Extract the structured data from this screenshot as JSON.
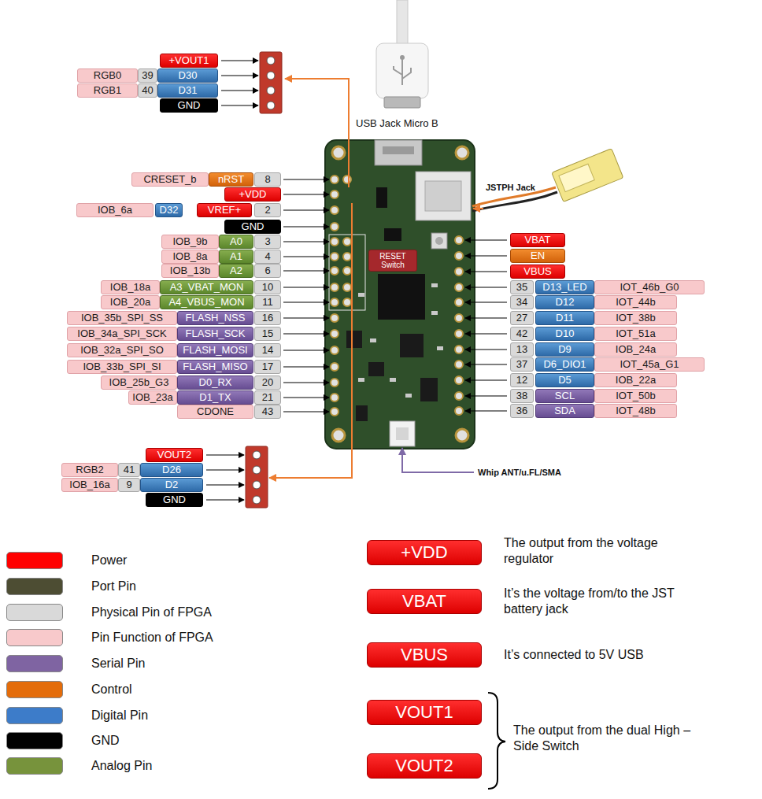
{
  "diagram": {
    "nodes": [
      {
        "text": [
          "+VOUT1"
        ]
      },
      {
        "text": [
          "RGB0"
        ]
      },
      {
        "text": [
          "39"
        ]
      },
      {
        "text": [
          "D30"
        ]
      },
      {
        "text": [
          "RGB1"
        ]
      },
      {
        "text": [
          "40"
        ]
      },
      {
        "text": [
          "D31"
        ]
      },
      {
        "text": [
          "GND"
        ]
      },
      {
        "text": [
          "CRESET_b"
        ]
      },
      {
        "text": [
          "nRST"
        ]
      },
      {
        "text": [
          "8"
        ]
      },
      {
        "text": [
          "+VDD"
        ]
      },
      {
        "text": [
          "IOB_6a"
        ]
      },
      {
        "text": [
          "D32"
        ]
      },
      {
        "text": [
          "VREF+"
        ]
      },
      {
        "text": [
          "2"
        ]
      },
      {
        "text": [
          "GND"
        ]
      },
      {
        "text": [
          "IOB_9b"
        ]
      },
      {
        "text": [
          "A0"
        ]
      },
      {
        "text": [
          "3"
        ]
      },
      {
        "text": [
          "IOB_8a"
        ]
      },
      {
        "text": [
          "A1"
        ]
      },
      {
        "text": [
          "4"
        ]
      },
      {
        "text": [
          "IOB_13b"
        ]
      },
      {
        "text": [
          "A2"
        ]
      },
      {
        "text": [
          "6"
        ]
      },
      {
        "text": [
          "IOB_18a"
        ]
      },
      {
        "text": [
          "A3_VBAT_MON"
        ]
      },
      {
        "text": [
          "10"
        ]
      },
      {
        "text": [
          "IOB_20a"
        ]
      },
      {
        "text": [
          "A4_VBUS_MON"
        ]
      },
      {
        "text": [
          "11"
        ]
      },
      {
        "text": [
          "IOB_35b_SPI_SS"
        ]
      },
      {
        "text": [
          "FLASH_NSS"
        ]
      },
      {
        "text": [
          "16"
        ]
      },
      {
        "text": [
          "IOB_34a_SPI_SCK"
        ]
      },
      {
        "text": [
          "FLASH_SCK"
        ]
      },
      {
        "text": [
          "15"
        ]
      },
      {
        "text": [
          "IOB_32a_SPI_SO"
        ]
      },
      {
        "text": [
          "FLASH_MOSI"
        ]
      },
      {
        "text": [
          "14"
        ]
      },
      {
        "text": [
          "IOB_33b_SPI_SI"
        ]
      },
      {
        "text": [
          "FLASH_MISO"
        ]
      },
      {
        "text": [
          "17"
        ]
      },
      {
        "text": [
          "IOB_25b_G3"
        ]
      },
      {
        "text": [
          "D0_RX"
        ]
      },
      {
        "text": [
          "20"
        ]
      },
      {
        "text": [
          "IOB_23a"
        ]
      },
      {
        "text": [
          "D1_TX"
        ]
      },
      {
        "text": [
          "21"
        ]
      },
      {
        "text": [
          "CDONE"
        ]
      },
      {
        "text": [
          "43"
        ]
      },
      {
        "text": [
          "VBAT"
        ]
      },
      {
        "text": [
          "EN"
        ]
      },
      {
        "text": [
          "VBUS"
        ]
      },
      {
        "text": [
          "35"
        ]
      },
      {
        "text": [
          "D13_LED"
        ]
      },
      {
        "text": [
          "IOT_46b_G0"
        ]
      },
      {
        "text": [
          "34"
        ]
      },
      {
        "text": [
          "D12"
        ]
      },
      {
        "text": [
          "IOT_44b"
        ]
      },
      {
        "text": [
          "27"
        ]
      },
      {
        "text": [
          "D11"
        ]
      },
      {
        "text": [
          "IOT_38b"
        ]
      },
      {
        "text": [
          "42"
        ]
      },
      {
        "text": [
          "D10"
        ]
      },
      {
        "text": [
          "IOT_51a"
        ]
      },
      {
        "text": [
          "13"
        ]
      },
      {
        "text": [
          "D9"
        ]
      },
      {
        "text": [
          "IOB_24a"
        ]
      },
      {
        "text": [
          "37"
        ]
      },
      {
        "text": [
          "D6_DIO1"
        ]
      },
      {
        "text": [
          "IOT_45a_G1"
        ]
      },
      {
        "text": [
          "12"
        ]
      },
      {
        "text": [
          "D5"
        ]
      },
      {
        "text": [
          "IOB_22a"
        ]
      },
      {
        "text": [
          "38"
        ]
      },
      {
        "text": [
          "SCL"
        ]
      },
      {
        "text": [
          "IOT_50b"
        ]
      },
      {
        "text": [
          "36"
        ]
      },
      {
        "text": [
          "SDA"
        ]
      },
      {
        "text": [
          "IOT_48b"
        ]
      },
      {
        "text": [
          "VOUT2"
        ]
      },
      {
        "text": [
          "RGB2"
        ]
      },
      {
        "text": [
          "41"
        ]
      },
      {
        "text": [
          "D26"
        ]
      },
      {
        "text": [
          "IOB_16a"
        ]
      },
      {
        "text": [
          "9"
        ]
      },
      {
        "text": [
          "D2"
        ]
      },
      {
        "text": [
          "GND"
        ]
      },
      {
        "text": [
          "RESET Switch"
        ]
      },
      {
        "text": [
          "+VDD"
        ]
      },
      {
        "text": [
          "VBAT"
        ]
      },
      {
        "text": [
          "VBUS"
        ]
      },
      {
        "text": [
          "VOUT1"
        ]
      },
      {
        "text": [
          "VOUT2"
        ]
      }
    ],
    "labels": [
      "USB Jack Micro B",
      "JSTPH Jack",
      "Whip ANT/u.FL/SMA",
      "The output from the voltage regulator",
      "It’s the voltage from/to the JST battery jack",
      "It’s connected to 5V USB",
      "The output from the dual High – Side Switch"
    ],
    "legend": [
      {
        "text": "Power",
        "color": "#ff0000"
      },
      {
        "text": "Port Pin",
        "color": "#4d4d33"
      },
      {
        "text": "Physical Pin of FPGA",
        "color": "#d9d9d9"
      },
      {
        "text": "Pin Function of FPGA",
        "color": "#f8c9cb"
      },
      {
        "text": "Serial Pin",
        "color": "#7f64a2"
      },
      {
        "text": "Control",
        "color": "#e46c0a"
      },
      {
        "text": "Digital Pin",
        "color": "#3d7cc9"
      },
      {
        "text": "GND",
        "color": "#000000"
      },
      {
        "text": "Analog Pin",
        "color": "#77933c"
      }
    ]
  }
}
